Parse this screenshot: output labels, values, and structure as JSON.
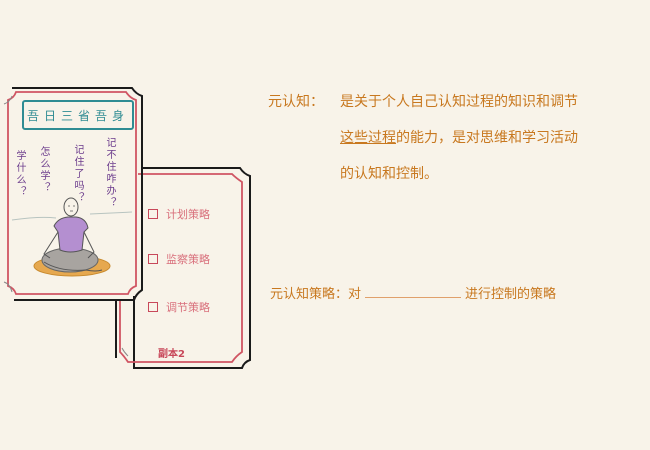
{
  "card_front": {
    "title": "吾日三省吾身",
    "questions": [
      "学什么？",
      "怎么学？",
      "记住了吗？",
      "记不住咋办？"
    ],
    "illustration": "meditating-person"
  },
  "card_back": {
    "items": [
      {
        "label": "计划策略",
        "checked": false
      },
      {
        "label": "监察策略",
        "checked": false
      },
      {
        "label": "调节策略",
        "checked": false
      }
    ],
    "copy_label": "副本2"
  },
  "definition": {
    "label": "元认知：",
    "line1": "是关于个人自己认知过程的知识和调节",
    "line2_underlined": "这些过程",
    "line2_rest": "的能力，是对思维和学习活动",
    "line3": "的认知和控制。"
  },
  "strategy": {
    "label": "元认知策略：对",
    "blank": "",
    "suffix": "进行控制的策略"
  },
  "colors": {
    "background": "#f8f3e9",
    "handwriting": "#c8781f",
    "card_border_red": "#d05563",
    "card_border_black": "#1a1a1a",
    "title_teal": "#2f8c93",
    "question_purple": "#6b3b8c"
  }
}
